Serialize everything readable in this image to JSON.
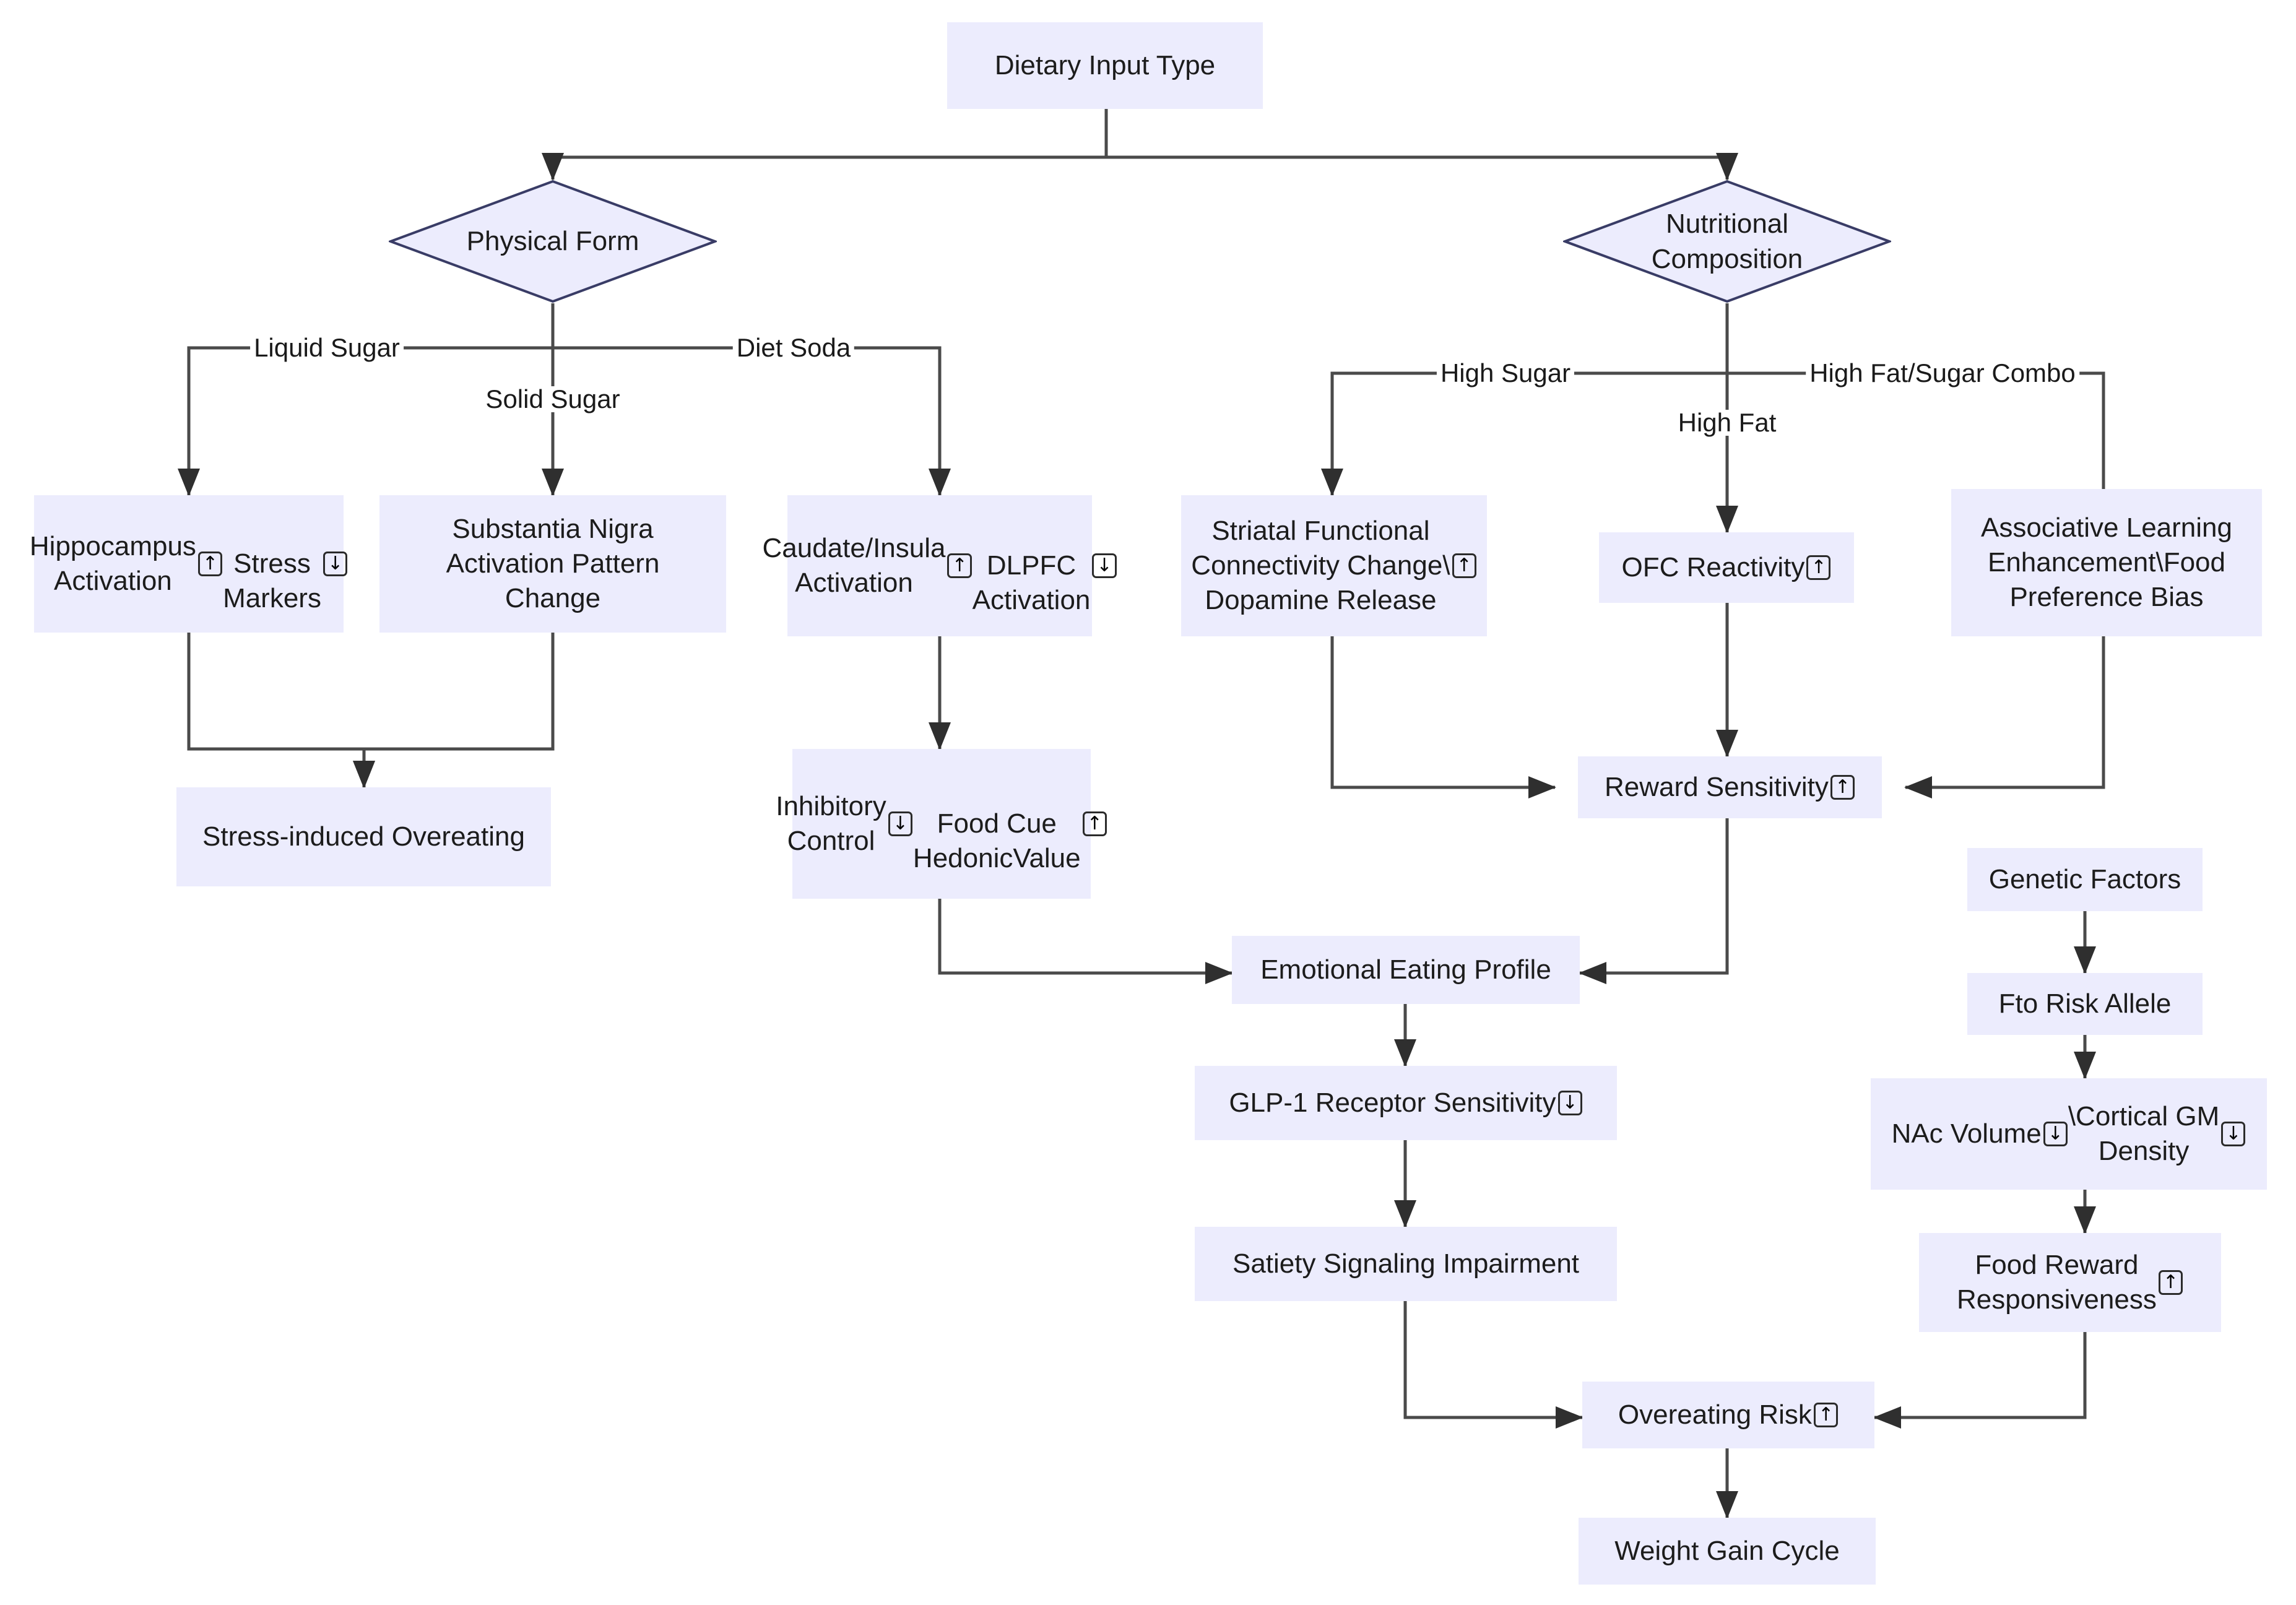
{
  "diagram": {
    "title": "Dietary Input Type flowchart",
    "colors": {
      "node_fill": "#ececfd",
      "node_border": "#393c66",
      "edge_stroke": "#4a4a4a",
      "text": "#1c1c1c",
      "background": "#ffffff"
    },
    "nodes": [
      {
        "id": "dietary_input_type",
        "label": "Dietary Input Type",
        "shape": "rect"
      },
      {
        "id": "physical_form",
        "label": "Physical Form",
        "shape": "diamond"
      },
      {
        "id": "nutritional_composition",
        "label": "Nutritional\nComposition",
        "shape": "diamond"
      },
      {
        "id": "hippocampus",
        "label": "Hippocampus\nActivation⬆\nStress Markers⬇",
        "shape": "rect"
      },
      {
        "id": "substantia_nigra",
        "label": "Substantia Nigra\nActivation Pattern\nChange",
        "shape": "rect"
      },
      {
        "id": "caudate_insula",
        "label": "Caudate/Insula\nActivation⬆\nDLPFC Activation⬇",
        "shape": "rect"
      },
      {
        "id": "striatal_connectivity",
        "label": "Striatal Functional\nConnectivity Change\\\nDopamine Release⬆",
        "shape": "rect"
      },
      {
        "id": "ofc_reactivity",
        "label": "OFC Reactivity⬆",
        "shape": "rect"
      },
      {
        "id": "associative_learning",
        "label": "Associative Learning\nEnhancement\\Food\nPreference Bias",
        "shape": "rect"
      },
      {
        "id": "stress_induced_overeating",
        "label": "Stress-induced Overeating",
        "shape": "rect"
      },
      {
        "id": "inhibitory_control",
        "label": "Inhibitory Control⬇\nFood Cue\nHedonicValue⬆",
        "shape": "rect"
      },
      {
        "id": "reward_sensitivity",
        "label": "Reward Sensitivity⬆",
        "shape": "rect"
      },
      {
        "id": "genetic_factors",
        "label": "Genetic Factors",
        "shape": "rect"
      },
      {
        "id": "emotional_eating_profile",
        "label": "Emotional Eating Profile",
        "shape": "rect"
      },
      {
        "id": "fto_risk_allele",
        "label": "Fto Risk Allele",
        "shape": "rect"
      },
      {
        "id": "glp1_receptor_sensitivity",
        "label": "GLP-1 Receptor Sensitivity⬇",
        "shape": "rect"
      },
      {
        "id": "nac_volume",
        "label": "NAc Volume⬇\\Cortical GM\nDensity⬇",
        "shape": "rect"
      },
      {
        "id": "satiety_signaling_impairment",
        "label": "Satiety Signaling Impairment",
        "shape": "rect"
      },
      {
        "id": "food_reward_responsiveness",
        "label": "Food Reward\nResponsiveness⬆",
        "shape": "rect"
      },
      {
        "id": "overeating_risk",
        "label": "Overeating Risk⬆",
        "shape": "rect"
      },
      {
        "id": "weight_gain_cycle",
        "label": "Weight Gain Cycle",
        "shape": "rect"
      }
    ],
    "edge_labels": [
      {
        "id": "liquid_sugar",
        "label": "Liquid Sugar"
      },
      {
        "id": "solid_sugar",
        "label": "Solid Sugar"
      },
      {
        "id": "diet_soda",
        "label": "Diet Soda"
      },
      {
        "id": "high_sugar",
        "label": "High Sugar"
      },
      {
        "id": "high_fat",
        "label": "High Fat"
      },
      {
        "id": "high_fat_sugar_combo",
        "label": "High Fat/Sugar Combo"
      }
    ],
    "edges": [
      {
        "from": "dietary_input_type",
        "to": "physical_form",
        "label": ""
      },
      {
        "from": "dietary_input_type",
        "to": "nutritional_composition",
        "label": ""
      },
      {
        "from": "physical_form",
        "to": "hippocampus",
        "label": "Liquid Sugar"
      },
      {
        "from": "physical_form",
        "to": "substantia_nigra",
        "label": "Solid Sugar"
      },
      {
        "from": "physical_form",
        "to": "caudate_insula",
        "label": "Diet Soda"
      },
      {
        "from": "nutritional_composition",
        "to": "striatal_connectivity",
        "label": "High Sugar"
      },
      {
        "from": "nutritional_composition",
        "to": "ofc_reactivity",
        "label": "High Fat"
      },
      {
        "from": "nutritional_composition",
        "to": "associative_learning",
        "label": "High Fat/Sugar Combo"
      },
      {
        "from": "hippocampus",
        "to": "stress_induced_overeating",
        "label": ""
      },
      {
        "from": "substantia_nigra",
        "to": "stress_induced_overeating",
        "label": ""
      },
      {
        "from": "caudate_insula",
        "to": "inhibitory_control",
        "label": ""
      },
      {
        "from": "striatal_connectivity",
        "to": "reward_sensitivity",
        "label": ""
      },
      {
        "from": "ofc_reactivity",
        "to": "reward_sensitivity",
        "label": ""
      },
      {
        "from": "associative_learning",
        "to": "reward_sensitivity",
        "label": ""
      },
      {
        "from": "inhibitory_control",
        "to": "emotional_eating_profile",
        "label": ""
      },
      {
        "from": "reward_sensitivity",
        "to": "emotional_eating_profile",
        "label": ""
      },
      {
        "from": "emotional_eating_profile",
        "to": "glp1_receptor_sensitivity",
        "label": ""
      },
      {
        "from": "glp1_receptor_sensitivity",
        "to": "satiety_signaling_impairment",
        "label": ""
      },
      {
        "from": "satiety_signaling_impairment",
        "to": "overeating_risk",
        "label": ""
      },
      {
        "from": "genetic_factors",
        "to": "fto_risk_allele",
        "label": ""
      },
      {
        "from": "fto_risk_allele",
        "to": "nac_volume",
        "label": ""
      },
      {
        "from": "nac_volume",
        "to": "food_reward_responsiveness",
        "label": ""
      },
      {
        "from": "food_reward_responsiveness",
        "to": "overeating_risk",
        "label": ""
      },
      {
        "from": "overeating_risk",
        "to": "weight_gain_cycle",
        "label": ""
      }
    ]
  }
}
